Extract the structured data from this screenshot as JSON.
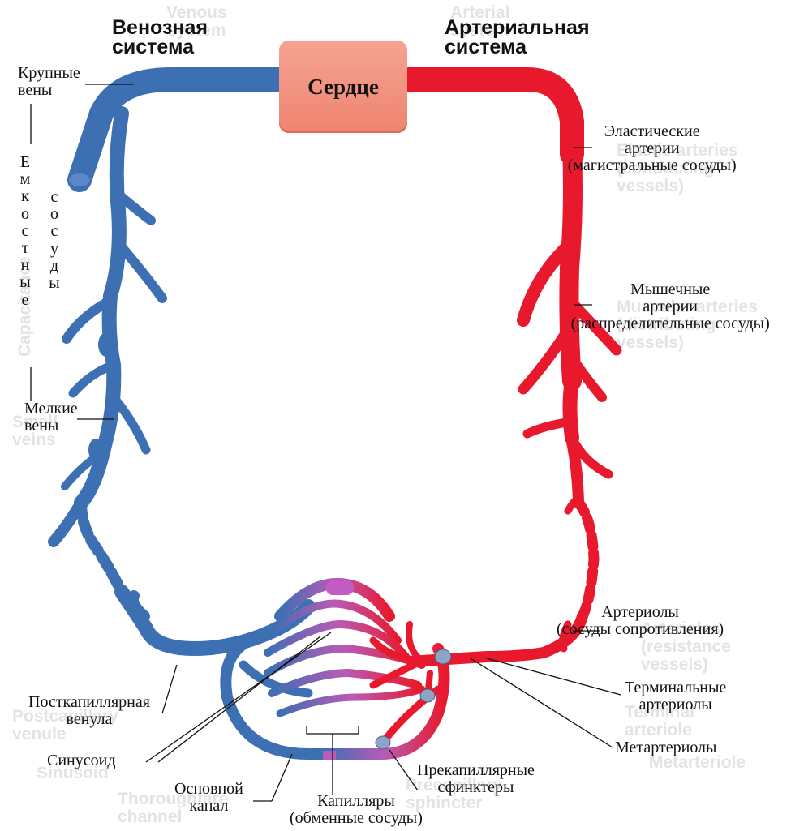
{
  "colors": {
    "vein": "#3d6fb3",
    "artery": "#e8192c",
    "heart": "#f08f7c",
    "capillary": "#b95bb5",
    "sphincter": "#8fa3c7"
  },
  "headers": {
    "venous": "Венозная\nсистема",
    "arterial": "Артериальная\nсистема"
  },
  "heart": "Сердце",
  "labels": {
    "large_veins": "Крупные\nвены",
    "capacitive": "Емкостные",
    "vessels": "сосуды",
    "small_veins": "Мелкие\nвены",
    "postcapillary": "Посткапиллярная\nвенула",
    "sinusoid": "Синусоид",
    "main_channel": "Основной\nканал",
    "capillaries": "Капилляры\n(обменные сосуды)",
    "precap_sphincters": "Прекапиллярные\nсфинктеры",
    "metarterioles": "Метартериолы",
    "terminal_arterioles": "Терминальные\nартериолы",
    "arterioles": "Артериолы\n(сосуды сопротивления)",
    "muscular_arteries": "Мышечные\nартерии\n(распределительные сосуды)",
    "elastic_arteries": "Эластические\nартерии\n(магистральные сосуды)"
  },
  "ghost_labels": {
    "venous_system": "Venous\nsystem",
    "arterial_system": "Arterial\nsystem",
    "elastic": "Elastic arteries\n(conducting\nvessels)",
    "muscular": "Muscular arteries\n(distributing\nvessels)",
    "capacitance": "Capacitance",
    "small_veins": "Small\nveins",
    "arterioles": "Arterioles\n(resistance\nvessels)",
    "terminal": "Terminal\narteriole",
    "metarteriole": "Metarteriole",
    "postcapillary": "Postcapillary\nvenule",
    "sinusoid": "Sinusoid",
    "thoroughfare": "Thoroughfare\nchannel",
    "precapillary": "Precapillary\nsphincter"
  }
}
